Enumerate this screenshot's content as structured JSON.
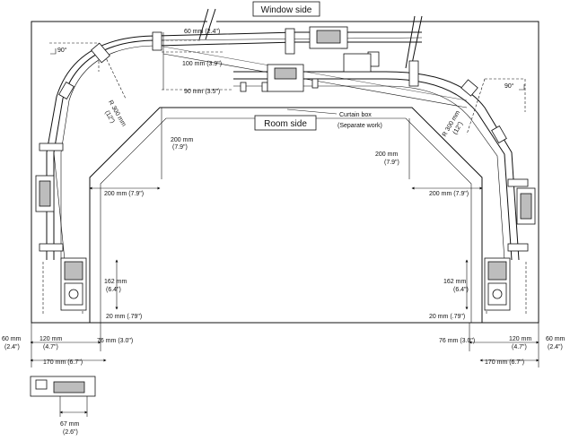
{
  "labels": {
    "window_side": "Window side",
    "room_side": "Room side",
    "curtain_box": "Curtain box",
    "separate_work": "(Separate work)"
  },
  "dimensions": {
    "d60_top": "60 mm (2.4\")",
    "d100": "100 mm (3.9\")",
    "d90": "90 mm (3.5\")",
    "d200_l_a": "200 mm",
    "d200_l_b": "(7.9\")",
    "d200_r_a": "200 mm",
    "d200_r_b": "(7.9\")",
    "d200h_l": "200 mm (7.9\")",
    "d200h_r": "200 mm (7.9\")",
    "r300_l_a": "R 300 mm",
    "r300_l_b": "(12\")",
    "r300_r_a": "R 300 mm",
    "r300_r_b": "(12\")",
    "angle_l": "90°",
    "angle_r": "90°",
    "d162_l_a": "162 mm",
    "d162_l_b": "(6.4\")",
    "d162_r_a": "162 mm",
    "d162_r_b": "(6.4\")",
    "d20_l": "20 mm (.79\")",
    "d20_r": "20 mm (.79\")",
    "d60_l_a": "60 mm",
    "d60_l_b": "(2.4\")",
    "d60_r_a": "60 mm",
    "d60_r_b": "(2.4\")",
    "d120_l_a": "120 mm",
    "d120_l_b": "(4.7\")",
    "d120_r_a": "120 mm",
    "d120_r_b": "(4.7\")",
    "d76_l": "76 mm (3.0\")",
    "d76_r": "76 mm (3.0\")",
    "d170_l": "170 mm (6.7\")",
    "d170_r": "170 mm (6.7\")",
    "d67_a": "67 mm",
    "d67_b": "(2.6\")"
  },
  "colors": {
    "line": "#111111",
    "fill_gray": "#bdbdbd",
    "rail_fill": "#f4f4f4"
  }
}
